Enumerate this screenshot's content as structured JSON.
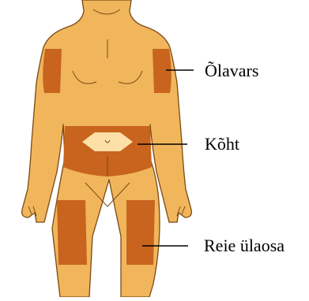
{
  "labels": {
    "upper_arm": "Õlavars",
    "abdomen": "Kõht",
    "thigh": "Reie ülaosa"
  },
  "colors": {
    "skin": "#f1b55c",
    "skin_outline": "#7a4a14",
    "injection_area": "#c8641e",
    "navel_area": "#fce0a8",
    "leader_line": "#000000",
    "background": "#ffffff"
  }
}
